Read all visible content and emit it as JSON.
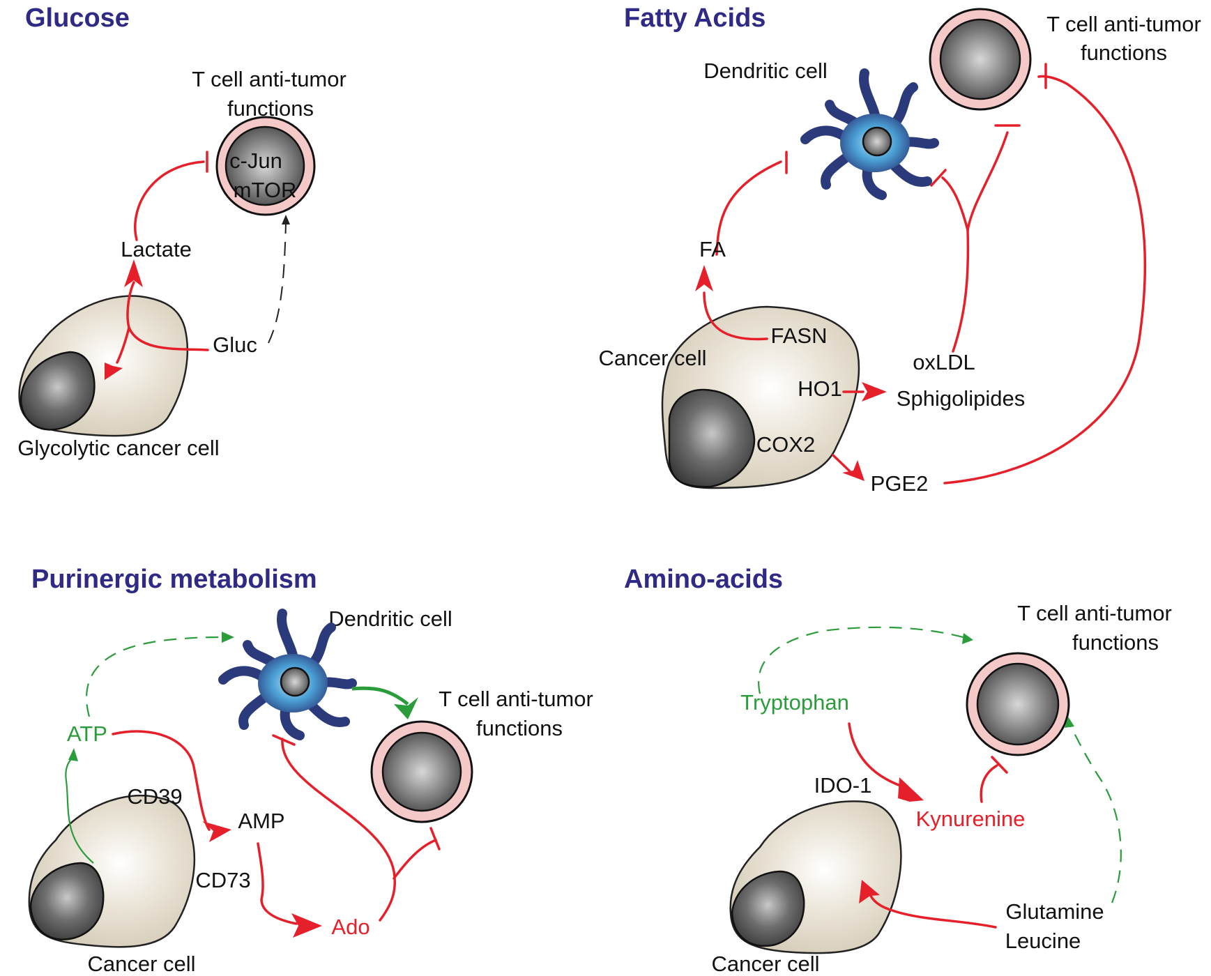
{
  "panels": {
    "glucose": {
      "title": "Glucose",
      "tcell_label_1": "T cell anti-tumor",
      "tcell_label_2": "functions",
      "cjun": "c-Jun",
      "mtor": "mTOR",
      "lactate": "Lactate",
      "gluc": "Gluc",
      "cancer_cell": "Glycolytic cancer cell"
    },
    "fatty_acids": {
      "title": "Fatty Acids",
      "tcell_label_1": "T cell anti-tumor",
      "tcell_label_2": "functions",
      "dendritic_cell": "Dendritic cell",
      "fa": "FA",
      "fasn": "FASN",
      "cancer_cell": "Cancer cell",
      "ho1": "HO1",
      "oxldl": "oxLDL",
      "sphingolipids": "Sphigolipides",
      "cox2": "COX2",
      "pge2": "PGE2"
    },
    "purinergic": {
      "title": "Purinergic metabolism",
      "dendritic_cell": "Dendritic cell",
      "tcell_label_1": "T cell anti-tumor",
      "tcell_label_2": "functions",
      "atp": "ATP",
      "cd39": "CD39",
      "amp": "AMP",
      "cd73": "CD73",
      "ado": "Ado",
      "cancer_cell": "Cancer cell"
    },
    "amino_acids": {
      "title": "Amino-acids",
      "tcell_label_1": "T cell anti-tumor",
      "tcell_label_2": "functions",
      "tryptophan": "Tryptophan",
      "ido1": "IDO-1",
      "kynurenine": "Kynurenine",
      "glutamine": "Glutamine",
      "leucine": "Leucine",
      "cancer_cell": "Cancer cell"
    }
  },
  "colors": {
    "title": "#2e2a85",
    "inhibition": "#e6202a",
    "activation_green": "#2a9d3a",
    "tcell_ring": "#f6c9c9"
  }
}
